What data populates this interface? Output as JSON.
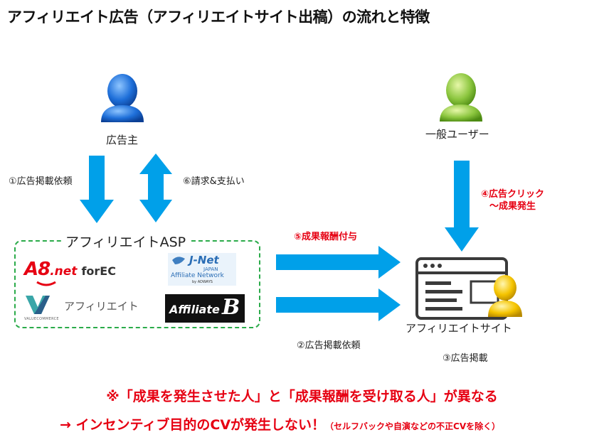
{
  "title": "アフィリエイト広告（アフィリエイトサイト出稿）の流れと特徴",
  "advertiser": {
    "label": "広告主"
  },
  "user": {
    "label": "一般ユーザー"
  },
  "asp": {
    "title": "アフィリエイトASP",
    "logos": {
      "a8_main": "A8",
      "a8_net": ".net",
      "a8_ec": "forEC",
      "valuecommerce_text": "アフィリエイト",
      "valuecommerce_sub": "VALUECOMMERCE",
      "jnet_main": "J-Net",
      "jnet_japan": "JAPAN",
      "jnet_sub": "Affiliate Network",
      "jnet_by": "by ADWAYS",
      "affb_main": "Affiliate",
      "affb_b": "B"
    }
  },
  "site": {
    "label": "アフィリエイトサイト"
  },
  "steps": {
    "s1": "①広告掲載依頼",
    "s2": "②広告掲載依頼",
    "s3": "③広告掲載",
    "s4_line1": "④広告クリック",
    "s4_line2": "～成果発生",
    "s5": "⑤成果報酬付与",
    "s6": "⑥請求&支払い"
  },
  "notes": {
    "line1": "※「成果を発生させた人」と「成果報酬を受け取る人」が異なる",
    "line2": "→ インセンティブ目的のCVが発生しない！",
    "line2_sub": "（セルフバックや自演などの不正CVを除く）"
  },
  "colors": {
    "arrow": "#00a0e9",
    "red": "#e60012",
    "green_dash": "#2bab4a",
    "person_blue": "#1e6fd9",
    "person_green": "#8cc63f",
    "person_yellow": "#f5c400"
  },
  "icons": {
    "advertiser": "person-blue-icon",
    "user": "person-green-icon",
    "site": "browser-window-icon",
    "site_person": "person-yellow-icon"
  }
}
